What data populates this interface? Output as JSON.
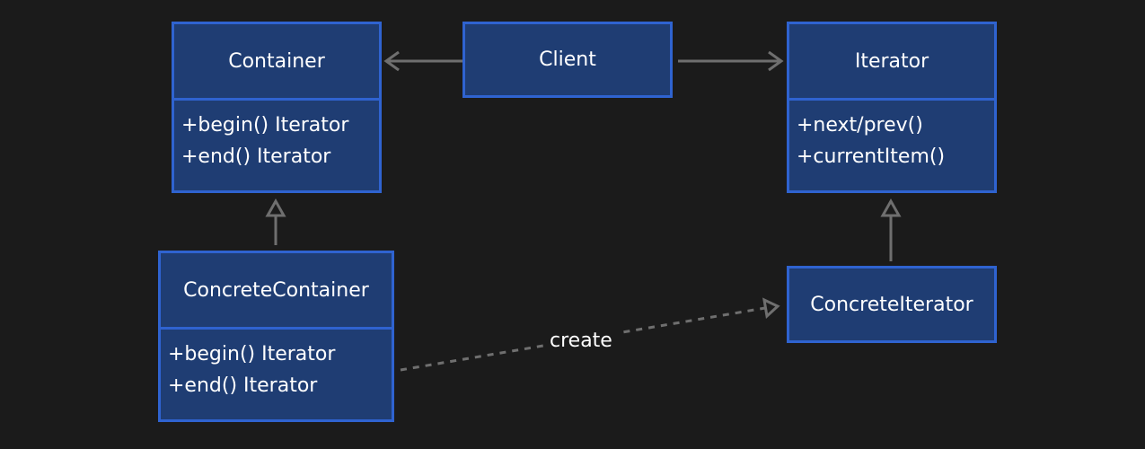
{
  "colors": {
    "background": "#1b1b1b",
    "box_fill": "#1f3d73",
    "box_border": "#2f63d0",
    "connector": "#6f6f6f",
    "text": "#ffffff"
  },
  "nodes": {
    "container": {
      "name": "Container",
      "methods": [
        "+begin() Iterator",
        "+end() Iterator"
      ]
    },
    "client": {
      "name": "Client"
    },
    "iterator": {
      "name": "Iterator",
      "methods": [
        "+next/prev()",
        "+currentItem()"
      ]
    },
    "concrete_container": {
      "name": "ConcreteContainer",
      "methods": [
        "+begin() Iterator",
        "+end() Iterator"
      ]
    },
    "concrete_iterator": {
      "name": "ConcreteIterator"
    }
  },
  "edges": [
    {
      "from": "client",
      "to": "container",
      "kind": "association"
    },
    {
      "from": "client",
      "to": "iterator",
      "kind": "association"
    },
    {
      "from": "concrete_container",
      "to": "container",
      "kind": "inheritance"
    },
    {
      "from": "concrete_iterator",
      "to": "iterator",
      "kind": "inheritance"
    },
    {
      "from": "concrete_container",
      "to": "concrete_iterator",
      "kind": "dependency",
      "label": "create"
    }
  ]
}
